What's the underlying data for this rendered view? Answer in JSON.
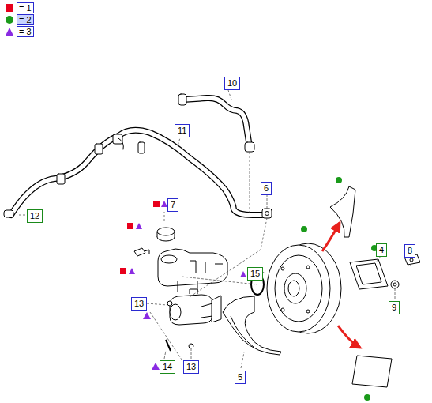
{
  "diagram": {
    "labels": [
      "10",
      "11",
      "12",
      "6",
      "7",
      "4",
      "8",
      "15",
      "13",
      "9",
      "13",
      "14",
      "5"
    ],
    "legend": [
      {
        "text": "= 1",
        "color": "#e8001c"
      },
      {
        "text": "= 2",
        "color": "#1a9a1a"
      },
      {
        "text": "= 3",
        "color": "#8a2be2"
      }
    ]
  }
}
